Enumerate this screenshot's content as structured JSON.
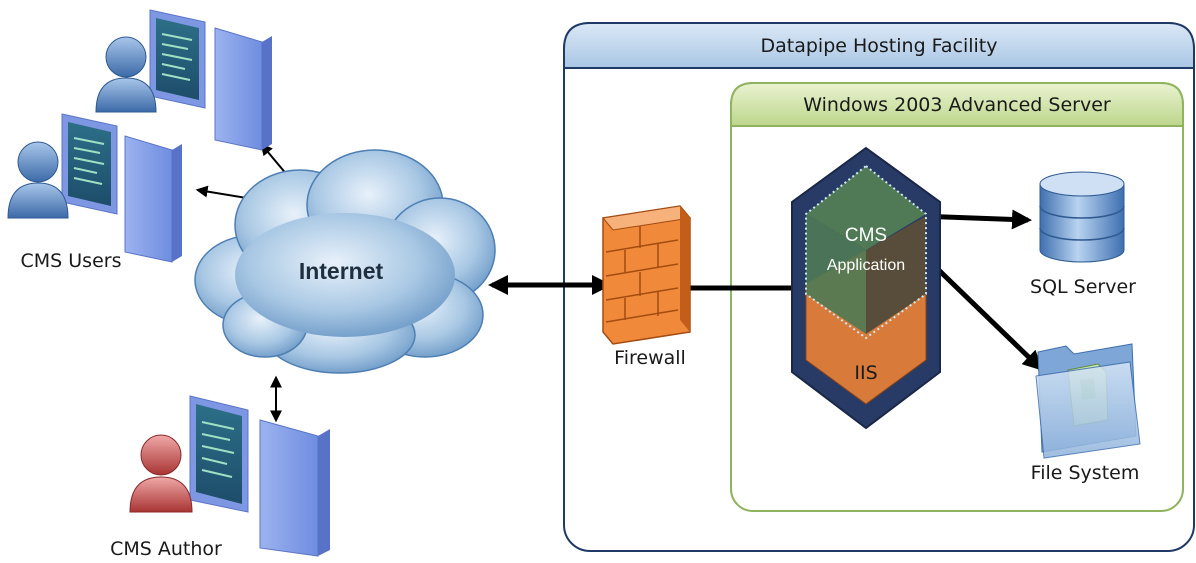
{
  "hosting_facility": {
    "title": "Datapipe Hosting Facility"
  },
  "windows_server": {
    "title": "Windows 2003 Advanced Server"
  },
  "internet": {
    "label": "Internet"
  },
  "firewall": {
    "label": "Firewall"
  },
  "cms_application": {
    "line1": "CMS",
    "line2": "Application"
  },
  "iis": {
    "label": "IIS"
  },
  "sql_server": {
    "label": "SQL Server"
  },
  "file_system": {
    "label": "File System"
  },
  "cms_users": {
    "label": "CMS Users"
  },
  "cms_author": {
    "label": "CMS Author"
  },
  "colors": {
    "facility_header": "#b9d2ea",
    "facility_border": "#1f3a66",
    "server_header": "#cfe2a6",
    "server_border": "#8fb35e",
    "cloud": "#8fb6d9",
    "user_blue": "#4a78b8",
    "author_red": "#c04a4a",
    "firewall": "#e2742a",
    "hex_navy": "#283a66",
    "cms_green": "#4f7a55",
    "iis_orange": "#d87b3a"
  }
}
